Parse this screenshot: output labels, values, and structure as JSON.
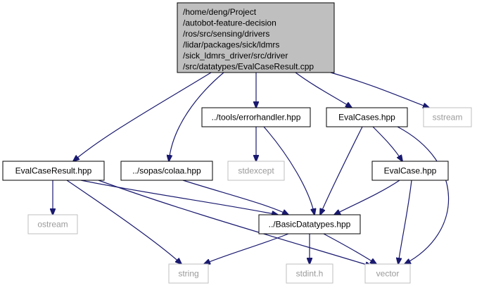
{
  "diagram": {
    "type": "include-dependency-graph",
    "nodes": [
      {
        "id": "root",
        "lines": [
          "/home/deng/Project",
          "/autobot-feature-decision",
          "/ros/src/sensing/drivers",
          "/lidar/packages/sick/ldmrs",
          "/sick_ldmrs_driver/src/driver",
          "/src/datatypes/EvalCaseResult.cpp"
        ],
        "style": "root"
      },
      {
        "id": "errorhandler",
        "lines": [
          "../tools/errorhandler.hpp"
        ],
        "style": "normal"
      },
      {
        "id": "evalcases",
        "lines": [
          "EvalCases.hpp"
        ],
        "style": "normal"
      },
      {
        "id": "sstream",
        "lines": [
          "sstream"
        ],
        "style": "external"
      },
      {
        "id": "evalcaseresult",
        "lines": [
          "EvalCaseResult.hpp"
        ],
        "style": "normal"
      },
      {
        "id": "colaa",
        "lines": [
          "../sopas/colaa.hpp"
        ],
        "style": "normal"
      },
      {
        "id": "stdexcept",
        "lines": [
          "stdexcept"
        ],
        "style": "external"
      },
      {
        "id": "evalcase",
        "lines": [
          "EvalCase.hpp"
        ],
        "style": "normal"
      },
      {
        "id": "ostream",
        "lines": [
          "ostream"
        ],
        "style": "external"
      },
      {
        "id": "basicdatatypes",
        "lines": [
          "../BasicDatatypes.hpp"
        ],
        "style": "normal"
      },
      {
        "id": "string",
        "lines": [
          "string"
        ],
        "style": "external"
      },
      {
        "id": "stdint",
        "lines": [
          "stdint.h"
        ],
        "style": "external"
      },
      {
        "id": "vector",
        "lines": [
          "vector"
        ],
        "style": "external"
      }
    ],
    "edges": [
      {
        "from": "root",
        "to": "evalcaseresult"
      },
      {
        "from": "root",
        "to": "colaa"
      },
      {
        "from": "root",
        "to": "errorhandler"
      },
      {
        "from": "root",
        "to": "evalcases"
      },
      {
        "from": "root",
        "to": "sstream"
      },
      {
        "from": "errorhandler",
        "to": "stdexcept"
      },
      {
        "from": "errorhandler",
        "to": "basicdatatypes"
      },
      {
        "from": "evalcases",
        "to": "basicdatatypes"
      },
      {
        "from": "evalcases",
        "to": "evalcase"
      },
      {
        "from": "evalcases",
        "to": "vector"
      },
      {
        "from": "evalcaseresult",
        "to": "ostream"
      },
      {
        "from": "evalcaseresult",
        "to": "basicdatatypes"
      },
      {
        "from": "evalcaseresult",
        "to": "string"
      },
      {
        "from": "evalcaseresult",
        "to": "vector"
      },
      {
        "from": "colaa",
        "to": "basicdatatypes"
      },
      {
        "from": "evalcase",
        "to": "basicdatatypes"
      },
      {
        "from": "evalcase",
        "to": "vector"
      },
      {
        "from": "basicdatatypes",
        "to": "string"
      },
      {
        "from": "basicdatatypes",
        "to": "stdint"
      },
      {
        "from": "basicdatatypes",
        "to": "vector"
      }
    ],
    "colors": {
      "edge": "#191970",
      "root_fill": "#bfbfbf",
      "normal_border": "#000000",
      "external_border": "#bfbfbf",
      "external_text": "#9a9a9a"
    }
  }
}
